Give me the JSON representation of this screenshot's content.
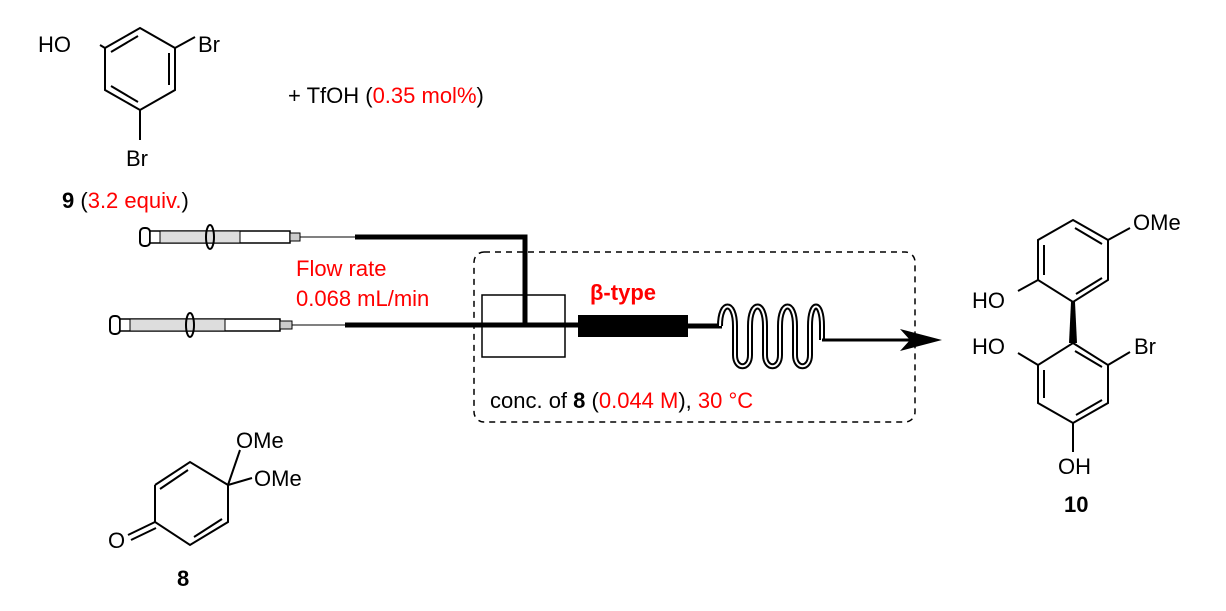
{
  "reagent9": {
    "oh": "HO",
    "br1": "Br",
    "br2": "Br",
    "label": "9",
    "equiv": "3.2 equiv.",
    "open": "(",
    "close": ")"
  },
  "acid": {
    "prefix": "+ TfOH (",
    "amount": "0.35 mol%",
    "close": ")"
  },
  "flow": {
    "line1": "Flow rate",
    "line2": "0.068 mL/min"
  },
  "reactor": {
    "type": "β-type",
    "conc_prefix": "conc. of ",
    "conc_cmpd": "8",
    "conc_open": " (",
    "conc_value": "0.044 M",
    "conc_mid": "), ",
    "temp": "30 °C"
  },
  "compound8": {
    "ome1": "OMe",
    "ome2": "OMe",
    "o": "O",
    "label": "8"
  },
  "product10": {
    "ome": "OMe",
    "oh1": "HO",
    "oh2": "HO",
    "br": "Br",
    "oh3": "OH",
    "label": "10"
  },
  "colors": {
    "highlight": "#ff0000"
  }
}
